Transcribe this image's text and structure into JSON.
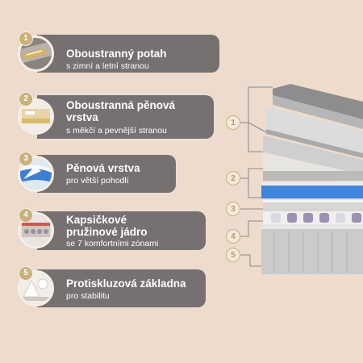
{
  "features": [
    {
      "number": "1",
      "title": "Oboustranný potah",
      "subtitle": "s zimní a letní stranou",
      "icon": "cover-fabric-icon"
    },
    {
      "number": "2",
      "title": "Oboustranná pěnová vrstva",
      "title_line1": "Oboustranná pěnová",
      "title_line2": "vrstva",
      "subtitle": "s měkčí a pevnější stranou",
      "icon": "foam-layer-icon"
    },
    {
      "number": "3",
      "title": "Pěnová vrstva",
      "subtitle": "pro větší pohodlí",
      "icon": "foam-comfort-icon"
    },
    {
      "number": "4",
      "title": "Kapsičkové pružinové jádro",
      "title_line1": "Kapsičkové",
      "title_line2": "pružinové jádro",
      "subtitle": "se 7 komfortními zónami",
      "icon": "pocket-spring-icon"
    },
    {
      "number": "5",
      "title": "Protiskluzová základna",
      "subtitle": "pro stabilitu",
      "icon": "non-slip-base-icon"
    }
  ],
  "callouts": [
    "1",
    "2",
    "3",
    "4",
    "5"
  ],
  "colors": {
    "background": "#eddcce",
    "pill": "#767170",
    "badge": "#c9b179",
    "callout_line": "#8b8785"
  }
}
